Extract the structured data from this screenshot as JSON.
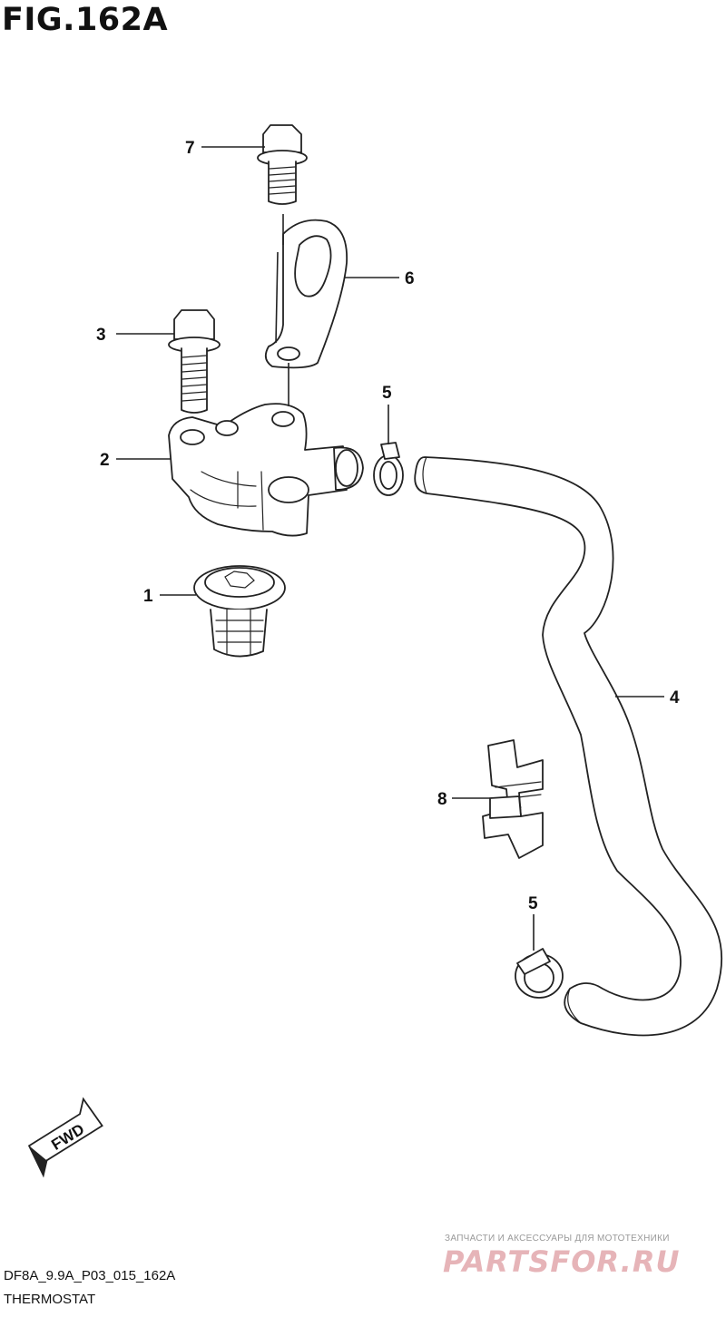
{
  "figure": {
    "title": "FIG.162A",
    "code": "DF8A_9.9A_P03_015_162A",
    "name": "THERMOSTAT"
  },
  "callouts": [
    "1",
    "2",
    "3",
    "4",
    "5",
    "5",
    "6",
    "7",
    "8"
  ],
  "direction_badge": "FWD",
  "watermark": {
    "tagline": "ЗАПЧАСТИ И АКСЕССУАРЫ ДЛЯ МОТОТЕХНИКИ",
    "logo": "PARTSFOR.RU"
  }
}
